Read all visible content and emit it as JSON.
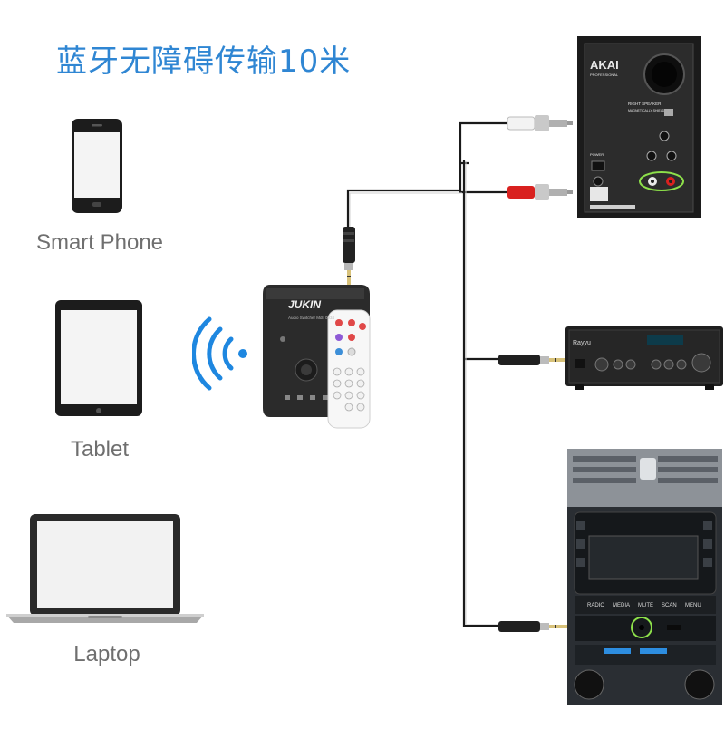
{
  "headline": "蓝牙无障碍传输10米",
  "devices": {
    "phone": "Smart Phone",
    "tablet": "Tablet",
    "laptop": "Laptop"
  },
  "receiver": {
    "brand": "JUKIN",
    "model": "Audio Switcher  Mdl. 0934"
  },
  "speaker": {
    "brand": "AKAI",
    "brand_sub": "PROFESSIONAL",
    "panel_title": "RIGHT SPEAKER",
    "panel_sub": "MAGNETICALLY SHIELDED",
    "power_label": "POWER"
  },
  "amplifier": {
    "brand": "Rayyu"
  },
  "car": {
    "buttons": [
      "RADIO",
      "MEDIA",
      "MUTE",
      "SCAN",
      "MENU"
    ]
  },
  "colors": {
    "headline": "#2f86d3",
    "label": "#6f6f6f",
    "wifi": "#1e87e0",
    "highlight": "#8de04a"
  }
}
